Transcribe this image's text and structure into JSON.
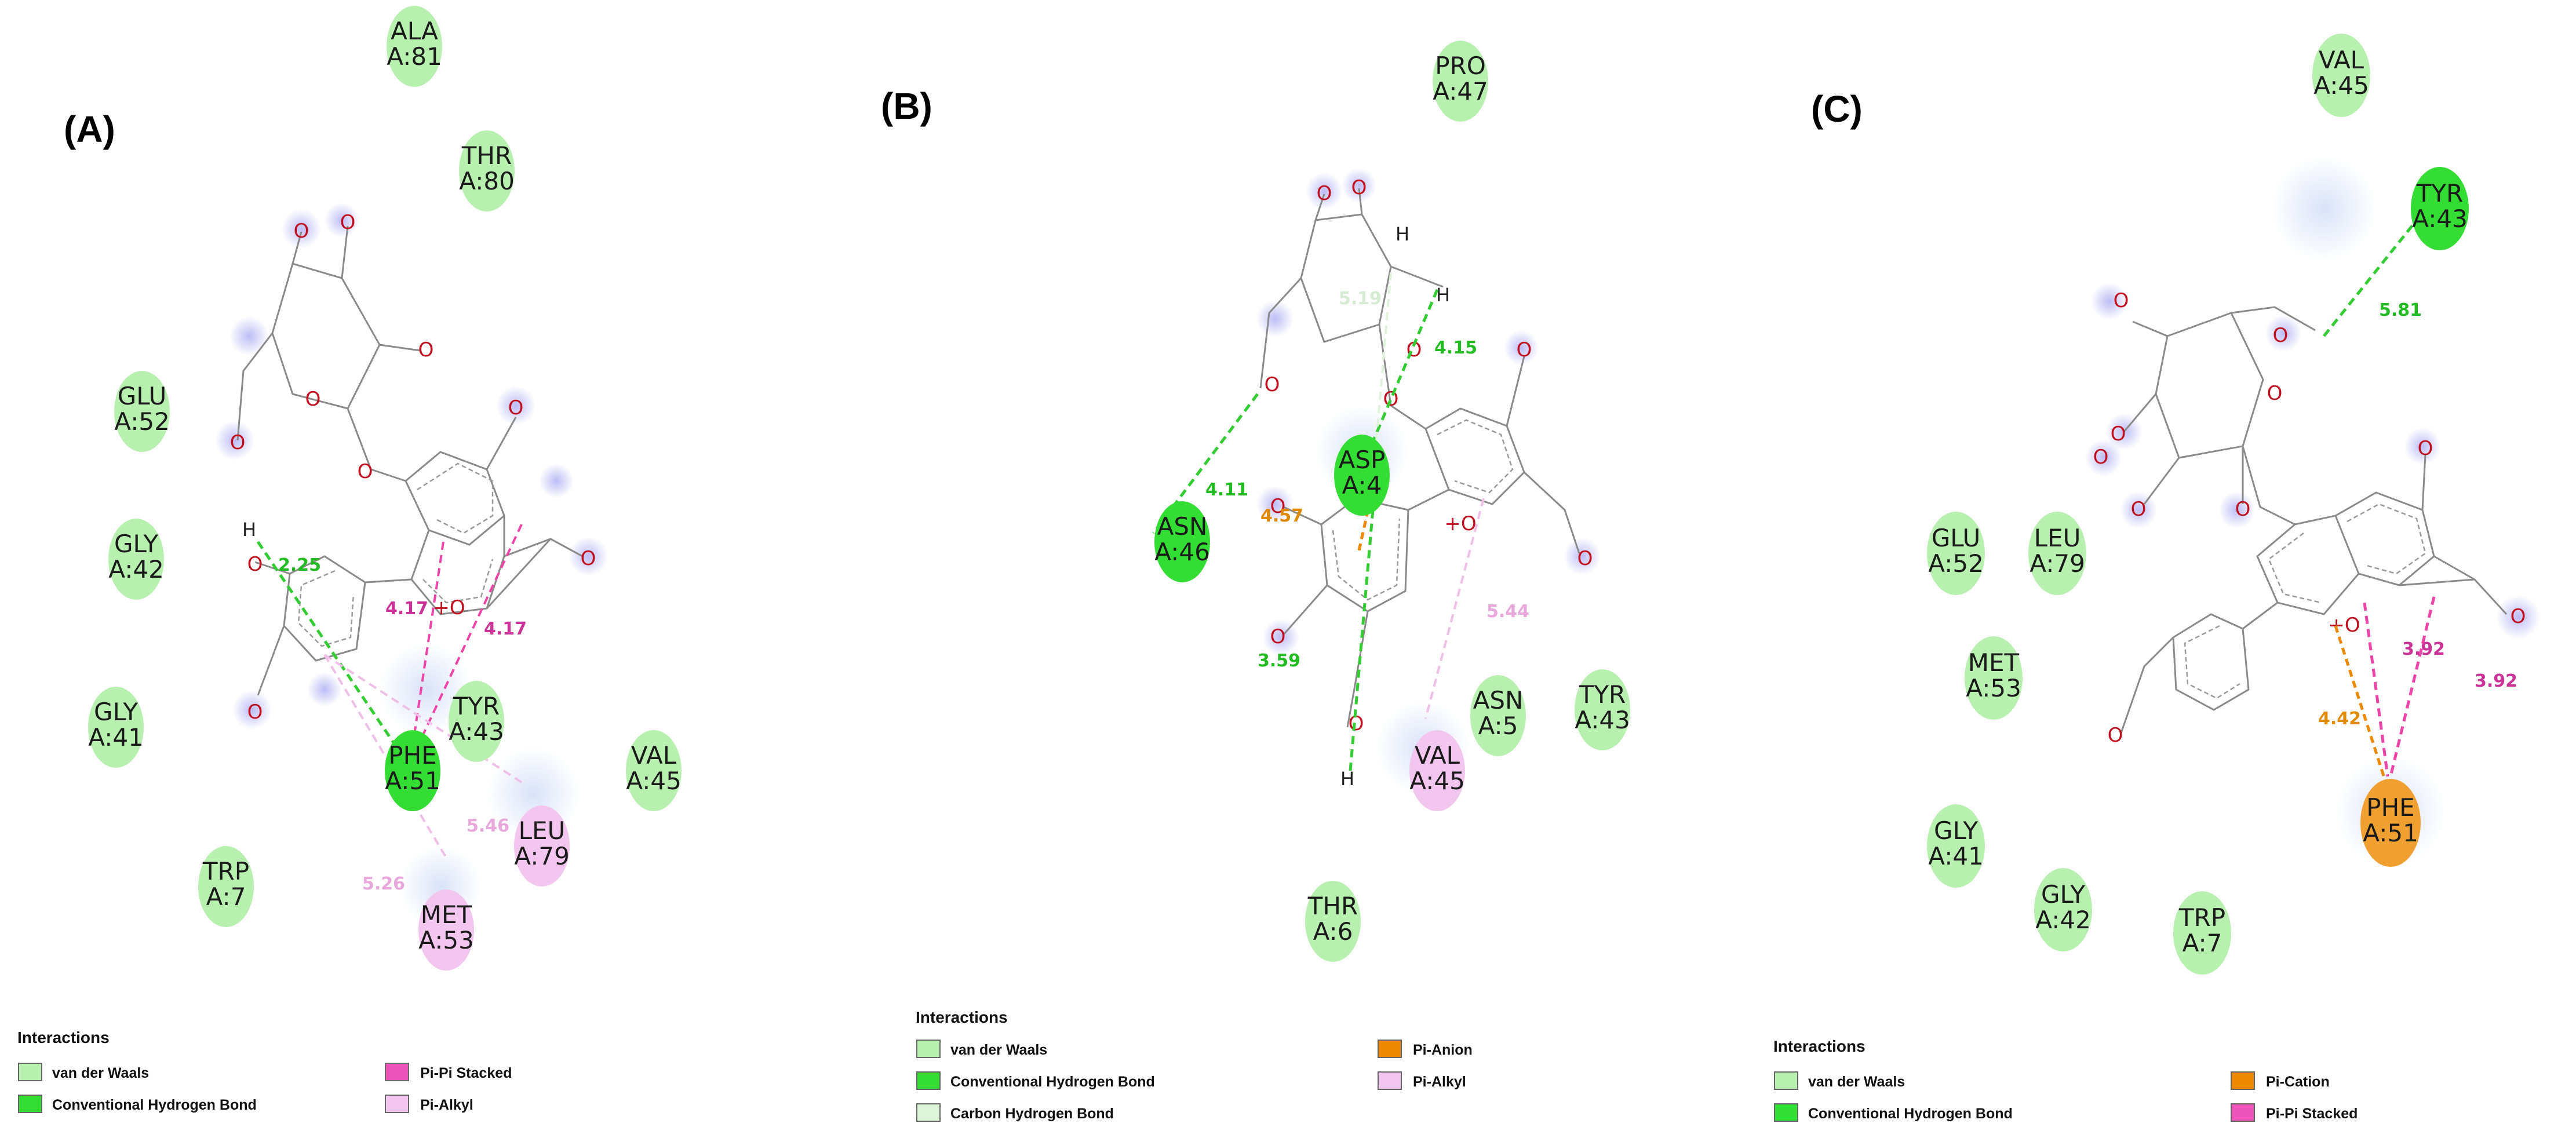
{
  "colors": {
    "van_der_waals": "#b8f0b0",
    "conventional_hbond": "#33dd33",
    "carbon_hbond": "#ddf5d8",
    "pi_pi_stacked": "#ee55bb",
    "pi_alkyl": "#f2c6ee",
    "pi_anion": "#ee8800",
    "pi_cation": "#ee8800",
    "oxygen": "#c0101f"
  },
  "panels": [
    {
      "label": "(A)",
      "residues": [
        {
          "name": "ALA",
          "chain": "A:81",
          "type": "van_der_waals"
        },
        {
          "name": "THR",
          "chain": "A:80",
          "type": "van_der_waals"
        },
        {
          "name": "GLU",
          "chain": "A:52",
          "type": "van_der_waals"
        },
        {
          "name": "GLY",
          "chain": "A:42",
          "type": "van_der_waals"
        },
        {
          "name": "GLY",
          "chain": "A:41",
          "type": "van_der_waals"
        },
        {
          "name": "PHE",
          "chain": "A:51",
          "type": "conventional_hbond"
        },
        {
          "name": "TYR",
          "chain": "A:43",
          "type": "van_der_waals"
        },
        {
          "name": "VAL",
          "chain": "A:45",
          "type": "van_der_waals"
        },
        {
          "name": "LEU",
          "chain": "A:79",
          "type": "pi_alkyl"
        },
        {
          "name": "TRP",
          "chain": "A:7",
          "type": "van_der_waals"
        },
        {
          "name": "MET",
          "chain": "A:53",
          "type": "pi_alkyl"
        }
      ],
      "distances": [
        "2.25",
        "4.17",
        "4.17",
        "5.46",
        "5.26"
      ],
      "legend": {
        "title": "Interactions",
        "items": [
          "van der Waals",
          "Conventional Hydrogen Bond",
          "Pi-Pi Stacked",
          "Pi-Alkyl"
        ]
      }
    },
    {
      "label": "(B)",
      "residues": [
        {
          "name": "PRO",
          "chain": "A:47",
          "type": "van_der_waals"
        },
        {
          "name": "ASP",
          "chain": "A:4",
          "type": "conventional_hbond"
        },
        {
          "name": "ASN",
          "chain": "A:46",
          "type": "conventional_hbond"
        },
        {
          "name": "ASN",
          "chain": "A:5",
          "type": "van_der_waals"
        },
        {
          "name": "TYR",
          "chain": "A:43",
          "type": "van_der_waals"
        },
        {
          "name": "VAL",
          "chain": "A:45",
          "type": "pi_alkyl"
        },
        {
          "name": "THR",
          "chain": "A:6",
          "type": "van_der_waals"
        }
      ],
      "distances": [
        "5.19",
        "4.15",
        "4.11",
        "4.57",
        "3.59",
        "5.44"
      ],
      "legend": {
        "title": "Interactions",
        "items": [
          "van der Waals",
          "Conventional Hydrogen Bond",
          "Carbon Hydrogen Bond",
          "Pi-Anion",
          "Pi-Alkyl"
        ]
      }
    },
    {
      "label": "(C)",
      "residues": [
        {
          "name": "VAL",
          "chain": "A:45",
          "type": "van_der_waals"
        },
        {
          "name": "TYR",
          "chain": "A:43",
          "type": "conventional_hbond"
        },
        {
          "name": "GLU",
          "chain": "A:52",
          "type": "van_der_waals"
        },
        {
          "name": "LEU",
          "chain": "A:79",
          "type": "van_der_waals"
        },
        {
          "name": "MET",
          "chain": "A:53",
          "type": "van_der_waals"
        },
        {
          "name": "GLY",
          "chain": "A:41",
          "type": "van_der_waals"
        },
        {
          "name": "GLY",
          "chain": "A:42",
          "type": "van_der_waals"
        },
        {
          "name": "TRP",
          "chain": "A:7",
          "type": "van_der_waals"
        },
        {
          "name": "PHE",
          "chain": "A:51",
          "type": "pi_cation"
        }
      ],
      "distances": [
        "5.81",
        "3.92",
        "3.92",
        "4.42"
      ],
      "legend": {
        "title": "Interactions",
        "items": [
          "van der Waals",
          "Conventional Hydrogen Bond",
          "Pi-Cation",
          "Pi-Pi Stacked"
        ]
      }
    }
  ],
  "atoms": {
    "oxygen": "O",
    "hydrogen": "H",
    "charged_oxygen": "+O"
  }
}
